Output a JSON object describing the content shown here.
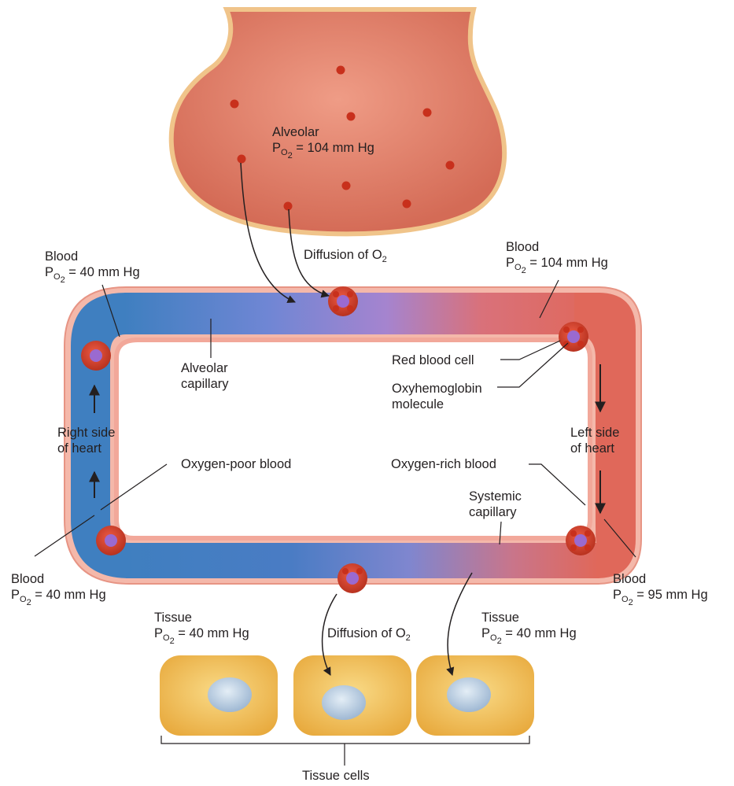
{
  "labels": {
    "alveolar": "Alveolar",
    "alveolar_po2": "104 mm Hg",
    "diffusion_top": "Diffusion of O",
    "diffusion_bottom": "Diffusion of O",
    "o2_subscript": "2",
    "p": "P",
    "o2_sub": "O",
    "blood_top_left": "Blood",
    "blood_top_left_po2": "40 mm Hg",
    "blood_top_right": "Blood",
    "blood_top_right_po2": "104 mm Hg",
    "alveolar_capillary_1": "Alveolar",
    "alveolar_capillary_2": "capillary",
    "red_blood_cell": "Red blood cell",
    "oxyhemoglobin_1": "Oxyhemoglobin",
    "oxyhemoglobin_2": "molecule",
    "right_heart_1": "Right side",
    "right_heart_2": "of heart",
    "left_heart_1": "Left side",
    "left_heart_2": "of heart",
    "oxygen_poor": "Oxygen-poor blood",
    "oxygen_rich": "Oxygen-rich blood",
    "systemic_capillary_1": "Systemic",
    "systemic_capillary_2": "capillary",
    "blood_bottom_left": "Blood",
    "blood_bottom_left_po2": "40 mm Hg",
    "blood_bottom_right": "Blood",
    "blood_bottom_right_po2": "95 mm Hg",
    "tissue_left": "Tissue",
    "tissue_left_po2": "40 mm Hg",
    "tissue_right": "Tissue",
    "tissue_right_po2": "40 mm Hg",
    "tissue_cells": "Tissue cells"
  },
  "colors": {
    "alveolus_fill": "#e2826c",
    "alveolus_rim": "#f0c48a",
    "oxygen_dot": "#c8301c",
    "oxygen_poor_blood": "#3f7fc0",
    "oxygen_mid_blood": "#8a7fd0",
    "oxygen_rich_blood": "#e0685a",
    "vessel_rim": "#f2a89a",
    "tissue_cell": "#f2c155",
    "nucleus": "#b9cde0"
  }
}
